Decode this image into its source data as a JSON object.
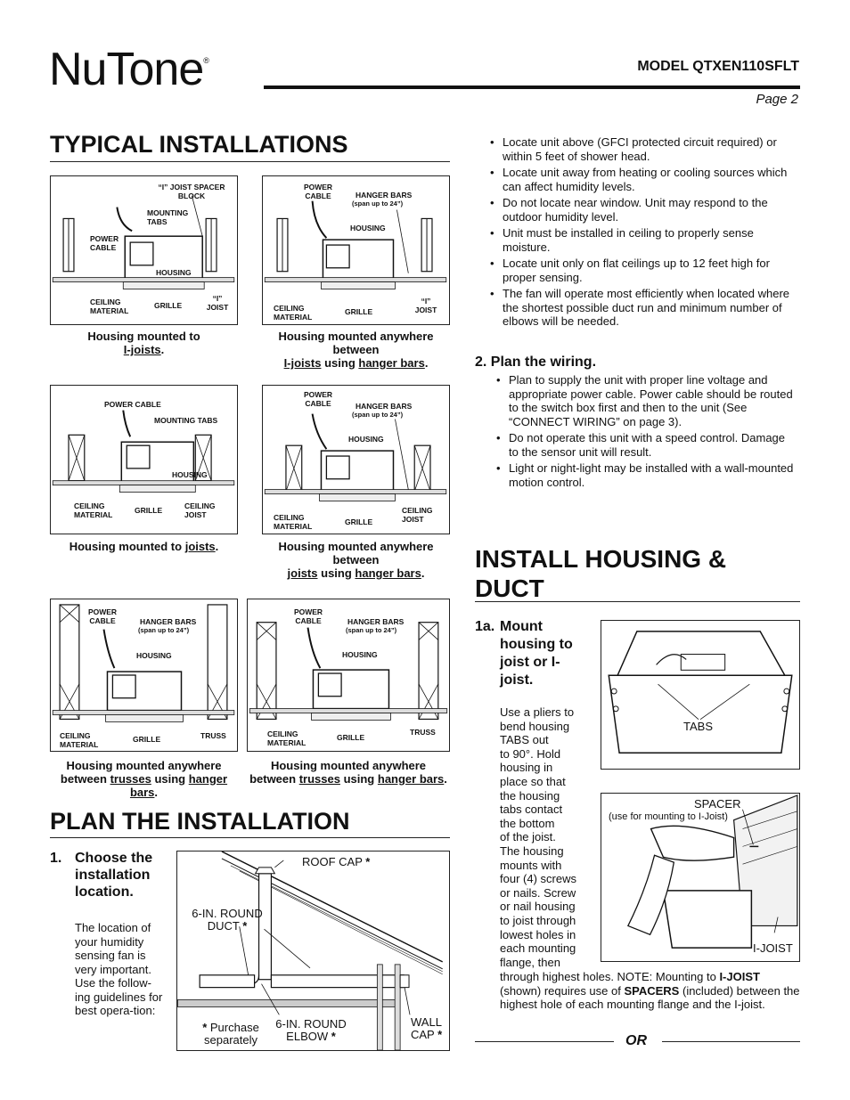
{
  "header": {
    "brand": "NuTone",
    "reg": "®",
    "model": "MODEL QTXEN110SFLT",
    "page": "Page 2"
  },
  "typical": {
    "title": "TYPICAL INSTALLATIONS",
    "figures": [
      {
        "labels": {
          "spacer": "“I” JOIST SPACER BLOCK",
          "tabs": "MOUNTING TABS",
          "power": "POWER CABLE",
          "housing": "HOUSING",
          "ceiling": "CEILING MATERIAL",
          "grille": "GRILLE",
          "joist": "“I” JOIST"
        },
        "caption_a": "Housing mounted to",
        "caption_b": "I-joists",
        "caption_c": "."
      },
      {
        "labels": {
          "power": "POWER CABLE",
          "hanger": "HANGER BARS",
          "span": "(span up to 24”)",
          "housing": "HOUSING",
          "ceiling": "CEILING MATERIAL",
          "grille": "GRILLE",
          "joist": "“I” JOIST"
        },
        "caption_a": "Housing mounted anywhere between",
        "caption_b": "I-joists",
        "caption_c": "using",
        "caption_d": "hanger bars",
        "caption_e": "."
      },
      {
        "labels": {
          "power": "POWER CABLE",
          "tabs": "MOUNTING TABS",
          "housing": "HOUSING",
          "ceiling": "CEILING MATERIAL",
          "grille": "GRILLE",
          "joist": "CEILING JOIST"
        },
        "caption_a": "Housing mounted to",
        "caption_b": "joists",
        "caption_c": "."
      },
      {
        "labels": {
          "power": "POWER CABLE",
          "hanger": "HANGER BARS",
          "span": "(span up to 24”)",
          "housing": "HOUSING",
          "ceiling": "CEILING MATERIAL",
          "grille": "GRILLE",
          "joist": "CEILING JOIST"
        },
        "caption_a": "Housing mounted anywhere between",
        "caption_b": "joists",
        "caption_c": "using",
        "caption_d": "hanger bars",
        "caption_e": "."
      },
      {
        "labels": {
          "power": "POWER CABLE",
          "hanger": "HANGER BARS",
          "span": "(span up to 24”)",
          "housing": "HOUSING",
          "ceiling": "CEILING MATERIAL",
          "grille": "GRILLE",
          "truss": "TRUSS"
        },
        "caption_a": "Housing mounted anywhere between",
        "caption_b": "trusses",
        "caption_c": "using",
        "caption_d": "hanger bars",
        "caption_e": "."
      },
      {
        "labels": {
          "power": "POWER CABLE",
          "hanger": "HANGER BARS",
          "span": "(span up to 24”)",
          "housing": "HOUSING",
          "ceiling": "CEILING MATERIAL",
          "grille": "GRILLE",
          "truss": "TRUSS"
        },
        "caption_a": "Housing mounted anywhere between",
        "caption_b": "trusses",
        "caption_c": "using",
        "caption_d": "hanger bars",
        "caption_e": "."
      }
    ]
  },
  "plan": {
    "title": "PLAN THE INSTALLATION",
    "step1_num": "1.",
    "step1_title": "Choose the installation location.",
    "step1_body": "The location of your humidity sensing fan is very important. Use the follow-ing guidelines for best opera-tion:",
    "diagram": {
      "roof_cap": "ROOF CAP",
      "duct": "6-IN. ROUND DUCT",
      "elbow": "6-IN. ROUND ELBOW",
      "wall_cap": "WALL CAP",
      "star": "*",
      "purchase": "Purchase separately"
    },
    "bullets": [
      "Locate unit above (GFCI protected circuit required) or within 5 feet of shower head.",
      "Locate unit away from heating or cooling sources which can affect humidity levels.",
      "Do not locate near window. Unit may respond to the outdoor humidity level.",
      "Unit must be installed in ceiling to properly sense moisture.",
      "Locate unit only on flat ceilings up to 12 feet high for proper sensing.",
      "The fan will operate most efficiently when located where the shortest possible duct run and minimum number of elbows will be needed."
    ],
    "step2_title": "2.  Plan the wiring.",
    "wiring": [
      "Plan to supply the unit with proper line voltage and appropriate power cable. Power cable should be routed to the switch box first and then to the unit (See “CONNECT WIRING” on page 3).",
      "Do not operate this unit with a speed control. Damage to the sensor unit will result.",
      "Light or night-light may be installed with a wall-mounted motion control."
    ]
  },
  "install": {
    "title": "INSTALL HOUSING & DUCT",
    "step_num": "1a.",
    "step_title": "Mount housing to joist or I-joist.",
    "body_lines": [
      "Use a pliers to",
      "bend housing",
      "TABS out",
      "to 90°. Hold",
      "housing in",
      "place so that",
      "the housing",
      "tabs contact",
      "the bottom",
      "of the joist.",
      "The housing",
      "mounts with",
      "four (4) screws",
      "or nails. Screw",
      "or nail housing",
      "to joist through",
      "lowest holes in",
      "each mounting",
      "flange,  then"
    ],
    "body_tail_a": "through highest holes. NOTE: Mounting to",
    "body_tail_b": "I-JOIST",
    "body_tail_c": "(shown) requires use of",
    "body_tail_d": "SPACERS",
    "body_tail_e": "(included) between the highest hole of each mounting flange and the I-joist.",
    "tabs_label": "TABS",
    "spacer_label": "SPACER",
    "spacer_note": "(use for mounting to I-Joist)",
    "ijoist_label": "I-JOIST",
    "or": "OR"
  }
}
